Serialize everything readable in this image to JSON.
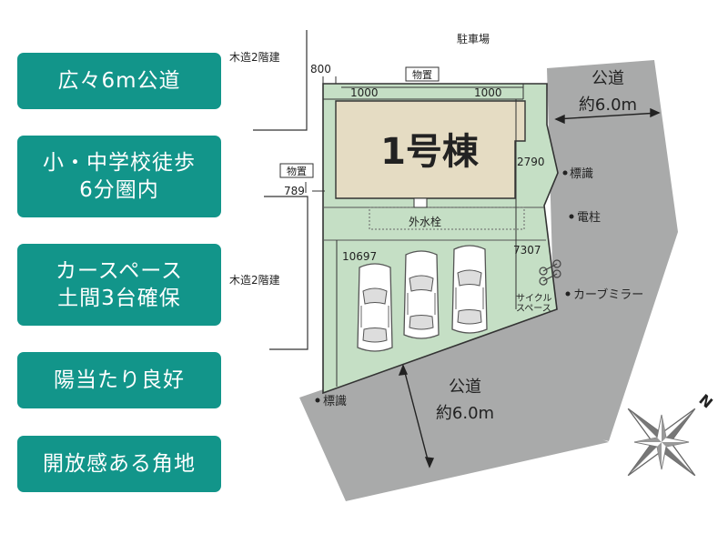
{
  "features": [
    {
      "lines": [
        "広々6m公道"
      ]
    },
    {
      "lines": [
        "小・中学校徒歩",
        "6分圏内"
      ]
    },
    {
      "lines": [
        "カースペース",
        "土間3台確保"
      ]
    },
    {
      "lines": [
        "陽当たり良好"
      ]
    },
    {
      "lines": [
        "開放感ある角地"
      ]
    }
  ],
  "site_plan": {
    "parking_lot_top": "駐車場",
    "neighbor_top_left": "木造2階建",
    "neighbor_bottom_left": "木造2階建",
    "storage_top": "物置",
    "storage_left": "物置",
    "building_name": "1号棟",
    "dim_800": "800",
    "dim_1000_left": "1000",
    "dim_1000_right": "1000",
    "dim_789": "789",
    "dim_2790": "2790",
    "dim_10697": "10697",
    "dim_7307": "7307",
    "water_tap": "外水栓",
    "cycle_space": [
      "サイクル",
      "スペース"
    ],
    "road_right": [
      "公道",
      "約6.0m"
    ],
    "road_bottom": [
      "公道",
      "約6.0m"
    ],
    "sign_right": "標識",
    "utility_pole": "電柱",
    "curve_mirror": "カーブミラー",
    "sign_left": "標識",
    "compass_north": "N"
  },
  "colors": {
    "badge": "#12958a",
    "lot": "#c5dfc5",
    "building": "#e5dcc3",
    "road": "#a9aaaa"
  }
}
